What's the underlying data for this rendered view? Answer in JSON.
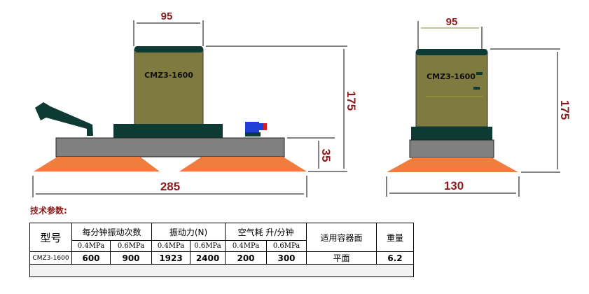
{
  "drawing": {
    "front": {
      "model_label": "CMZ3-1600",
      "dim_top": "95",
      "dim_height": "175",
      "dim_base": "35",
      "dim_width": "285"
    },
    "side": {
      "model_label": "CMZ3-1600",
      "dim_top": "95",
      "dim_height": "175",
      "dim_width": "130"
    }
  },
  "section_title": "技术参数:",
  "table": {
    "header": {
      "model": "型号",
      "freq": "每分钟振动次数",
      "force": "振动力(N)",
      "air": "空气耗 升/分钟",
      "container": "适用容器面",
      "weight": "重量"
    },
    "pressure": [
      "0.4MPa",
      "0.6MPa",
      "0.4MPa",
      "0.6MPa",
      "0.4MPa",
      "0.6MPa"
    ],
    "row": {
      "model": "CMZ3-1600",
      "values": [
        "600",
        "900",
        "1923",
        "2400",
        "200",
        "300"
      ],
      "container": "平面",
      "weight": "6.2"
    }
  },
  "colors": {
    "body": "#7f7a3f",
    "cap": "#0d3b34",
    "plate": "#808080",
    "pad": "#f07d3e",
    "valve": "#1f3fd6",
    "dimension_text": "#8b1a1a"
  }
}
